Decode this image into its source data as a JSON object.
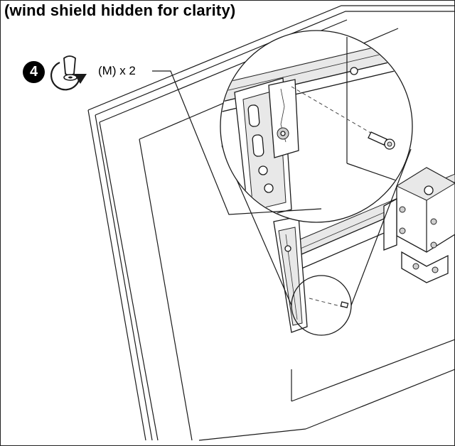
{
  "caption": "(wind shield hidden for clarity)",
  "step": {
    "number": "4",
    "icon": "rotate-clockwise-screw-icon"
  },
  "callout": "(M) x 2",
  "colors": {
    "line": "#1a1a1a",
    "fill_gray": "#cfcfcf",
    "background": "#ffffff"
  }
}
